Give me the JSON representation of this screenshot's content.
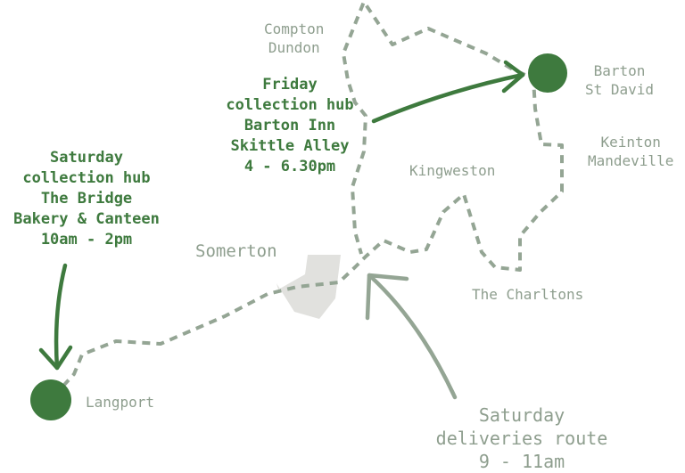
{
  "colors": {
    "background": "#ffffff",
    "hub_green": "#3e7a3e",
    "label_grey": "#8e9e8e",
    "route_dash": "#94a594",
    "town_shape": "#e1e1de"
  },
  "places": {
    "compton_dundon": [
      "Compton",
      "Dundon"
    ],
    "barton_st_david": [
      "Barton",
      "St David"
    ],
    "keinton_mandeville": [
      "Keinton",
      "Mandeville"
    ],
    "kingweston": "Kingweston",
    "somerton": "Somerton",
    "the_charltons": "The Charltons",
    "langport": "Langport"
  },
  "friday_hub": {
    "lines": [
      "Friday",
      "collection hub",
      "Barton Inn",
      "Skittle Alley",
      "4 - 6.30pm"
    ]
  },
  "saturday_hub": {
    "lines": [
      "Saturday",
      "collection hub",
      "The Bridge",
      "Bakery & Canteen",
      "10am - 2pm"
    ]
  },
  "saturday_route": {
    "lines": [
      "Saturday",
      "deliveries route",
      "9 - 11am"
    ]
  }
}
